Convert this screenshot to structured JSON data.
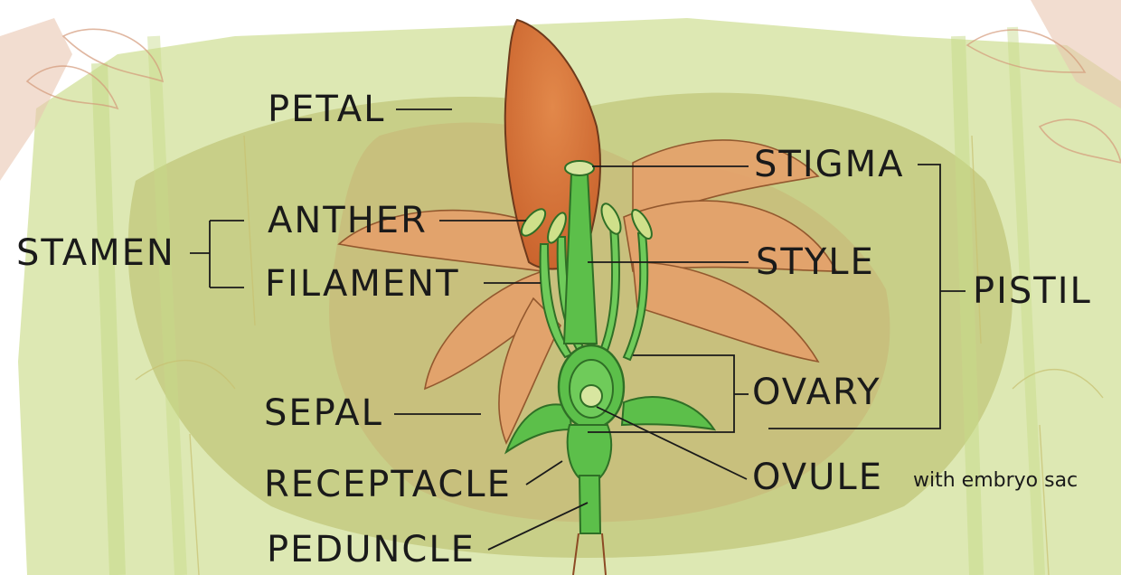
{
  "labels": {
    "petal": "PETAL",
    "stamen": "STAMEN",
    "anther": "ANTHER",
    "filament": "FILAMENT",
    "sepal": "SEPAL",
    "receptacle": "RECEPTACLE",
    "peduncle": "PEDUNCLE",
    "stigma": "STIGMA",
    "style": "STYLE",
    "pistil": "PISTIL",
    "ovary": "OVARY",
    "ovule": "OVULE",
    "ovule_note": "with embryo sac"
  },
  "colors": {
    "background_wash": "#c9d98a",
    "background_olive": "#a7b15a",
    "petal_front": "#d9743a",
    "petal_back": "#e6a06a",
    "pistil_green": "#5cbf4a",
    "pistil_dark": "#3f8f32",
    "stigma": "#d8e6a0",
    "line": "#1a1a1a"
  }
}
